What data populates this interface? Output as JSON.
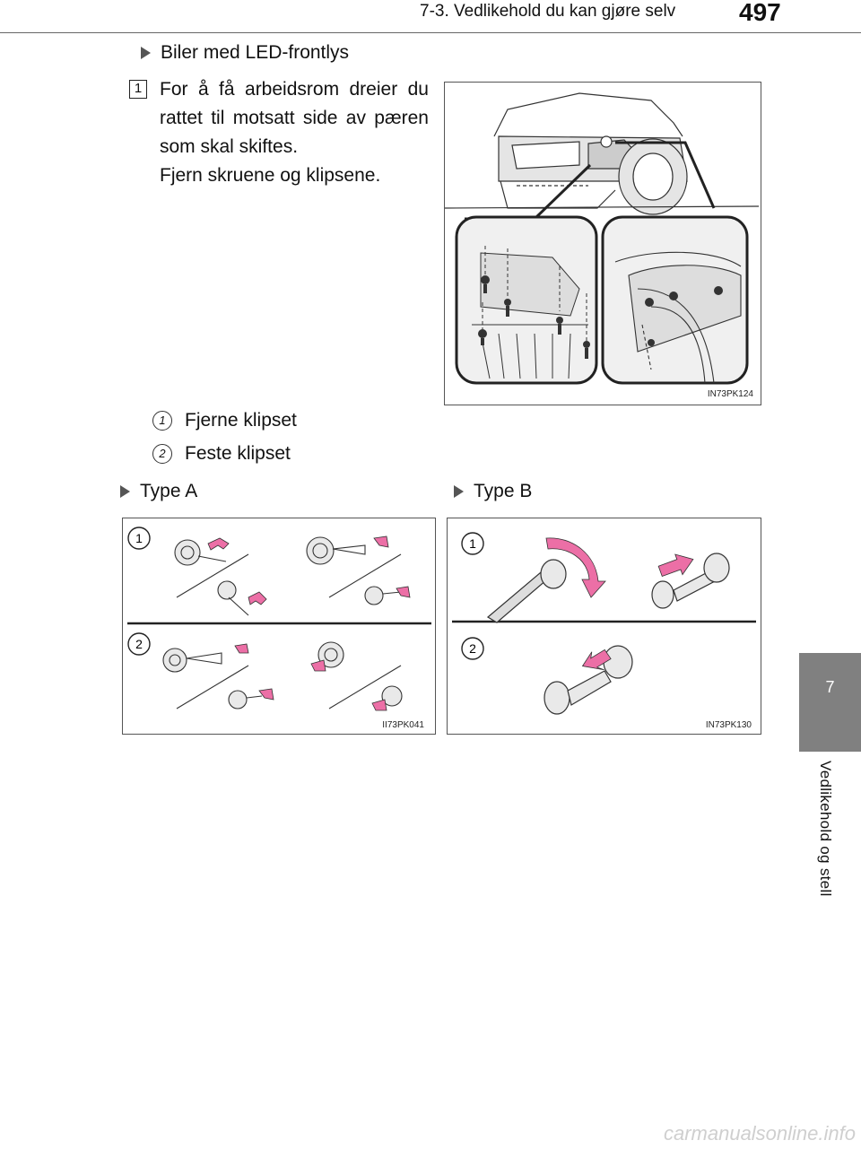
{
  "header": {
    "section": "7-3. Vedlikehold du kan gjøre selv",
    "page_number": "497"
  },
  "side_tab": {
    "number": "7",
    "label": "Vedlikehold og stell"
  },
  "content": {
    "heading": "Biler med LED-frontlys",
    "step": {
      "number": "1",
      "text": "For å få arbeidsrom dreier du rattet til motsatt side av pæren som skal skiftes.",
      "sub_text": "Fjern skruene og klipsene."
    },
    "figure_main_code": "IN73PK124",
    "legend": [
      {
        "number": "1",
        "label": "Fjerne klipset"
      },
      {
        "number": "2",
        "label": "Feste klipset"
      }
    ],
    "type_a": {
      "heading": "Type A",
      "code": "II73PK041",
      "markers": [
        "1",
        "2"
      ]
    },
    "type_b": {
      "heading": "Type B",
      "code": "IN73PK130",
      "markers": [
        "1",
        "2"
      ]
    }
  },
  "watermark": "carmanualsonline.info",
  "colors": {
    "accent_pink": "#ec6fa6",
    "tab_gray": "#808080",
    "hint_gray": "#e5e5e5"
  }
}
